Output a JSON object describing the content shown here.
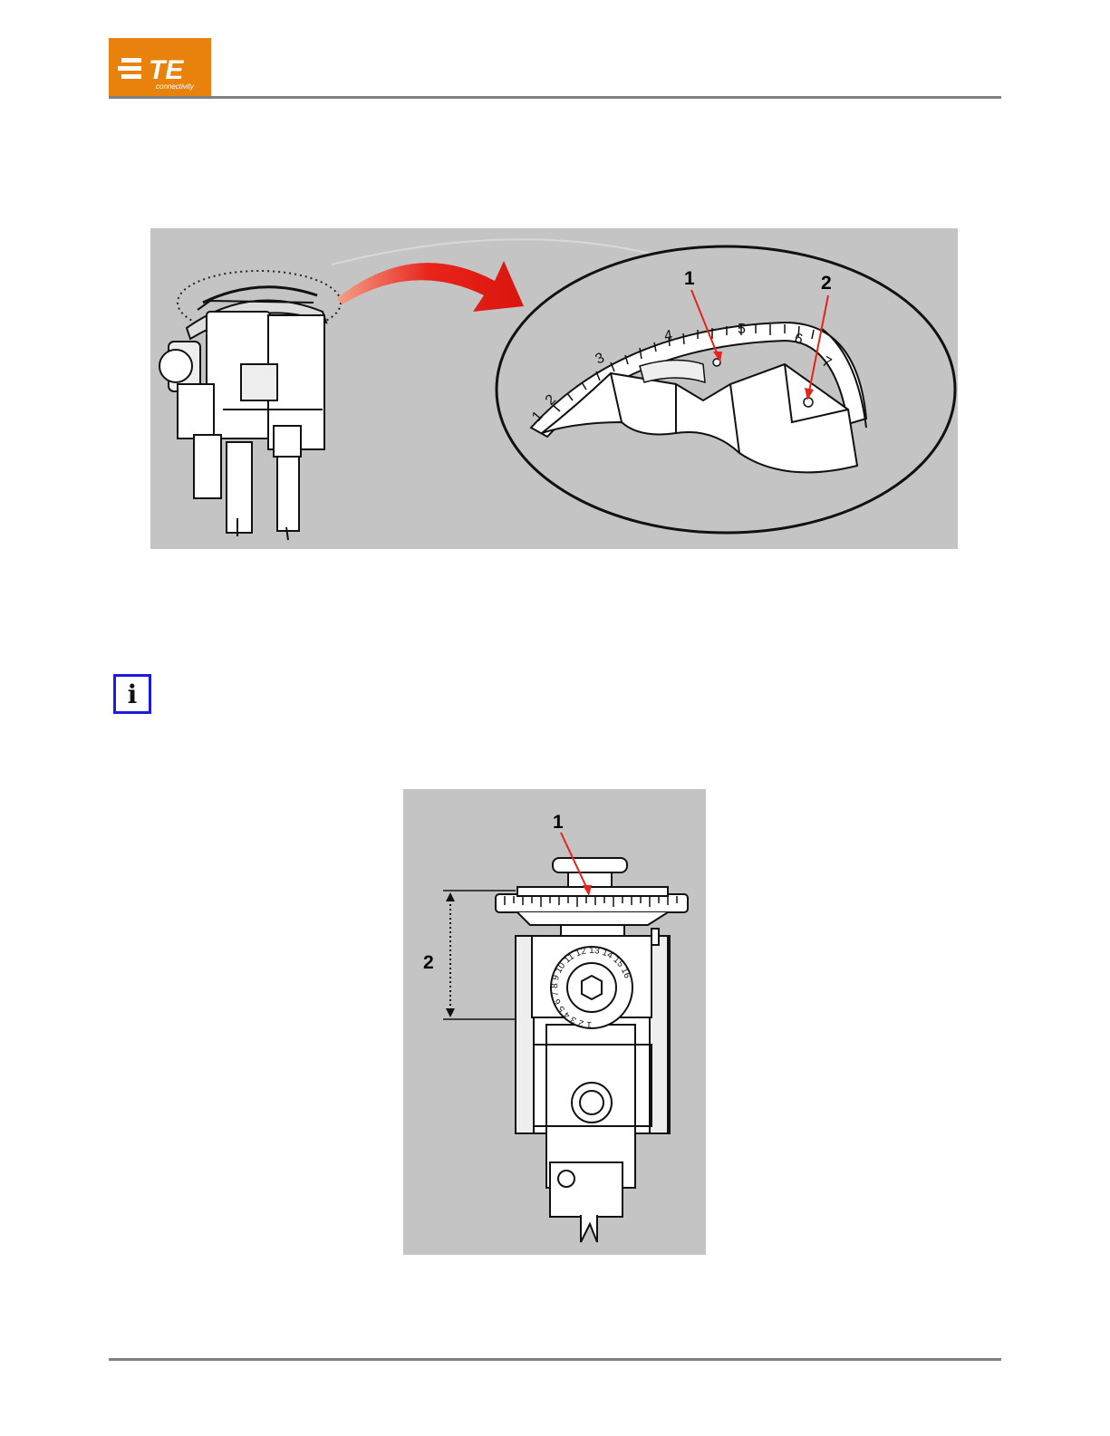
{
  "header": {
    "logo_text": "TE",
    "logo_subtext": "connectivity",
    "brand_color": "#e8820c",
    "rule_color": "#808080"
  },
  "figure1": {
    "callouts": [
      "1",
      "2"
    ],
    "scale_numbers": [
      "1",
      "2",
      "3",
      "4",
      "5",
      "6",
      "7"
    ],
    "arrow_color": "#e8241a",
    "background_color": "#c4c4c4"
  },
  "info_note": {
    "icon": "info-icon",
    "symbol": "i",
    "border_color": "#1a1ae0"
  },
  "figure2": {
    "callouts": [
      "1",
      "2"
    ],
    "dial_numbers": "1 2 3 4 5 6 7 8 9 10 11 12 13 14 15 16",
    "arrow_color": "#e8241a",
    "background_color": "#c4c4c4"
  }
}
